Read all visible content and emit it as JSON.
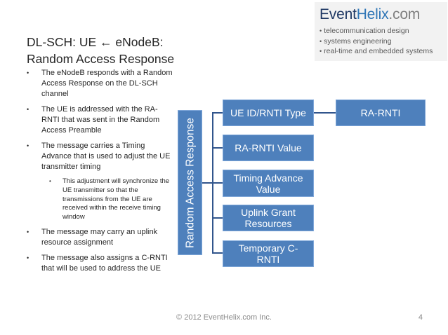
{
  "title": {
    "line1": "DL-SCH: UE ← eNodeB:",
    "line2": "Random Access Response"
  },
  "logo": {
    "event": "Event",
    "helix": "Helix",
    "com": ".com",
    "taglines": [
      "telecommunication design",
      "systems engineering",
      "real-time and embedded systems"
    ]
  },
  "glyphs": {
    "bullet": "•"
  },
  "bullets": [
    {
      "level": 1,
      "text": "The eNodeB responds with a Random Access Response on the DL-SCH channel"
    },
    {
      "level": 1,
      "text": "The UE is addressed with the RA-RNTI that was sent in the Random Access Preamble"
    },
    {
      "level": 1,
      "text": "The message carries a Timing Advance that is used to adjust the UE transmitter timing"
    },
    {
      "level": 2,
      "text": "This adjustment will synchronize the UE transmitter so that the transmissions from the UE are received within the receive timing window"
    },
    {
      "level": 1,
      "text": "The message may carry an uplink resource assignment"
    },
    {
      "level": 1,
      "text": "The message also assigns a C-RNTI that will be used to address the UE"
    }
  ],
  "diagram": {
    "root": "Random Access Response",
    "fields": [
      "UE ID/RNTI Type",
      "RA-RNTI Value",
      "Timing Advance Value",
      "Uplink Grant Resources",
      "Temporary C-RNTI"
    ],
    "value_box": "RA-RNTI"
  },
  "footer": {
    "copyright": "© 2012 EventHelix.com Inc.",
    "page": "4"
  },
  "colors": {
    "box_fill": "#4E80BC",
    "box_border": "#7FA7D9",
    "connector": "#31558C",
    "logo_navy": "#1F3864",
    "logo_blue": "#2E75B6",
    "logo_domain_gray": "#7F7F7F",
    "tagline_gray": "#595959",
    "logo_background": "#F2F2F2",
    "body_text": "#262626",
    "footer_gray": "#8A8A8A"
  }
}
